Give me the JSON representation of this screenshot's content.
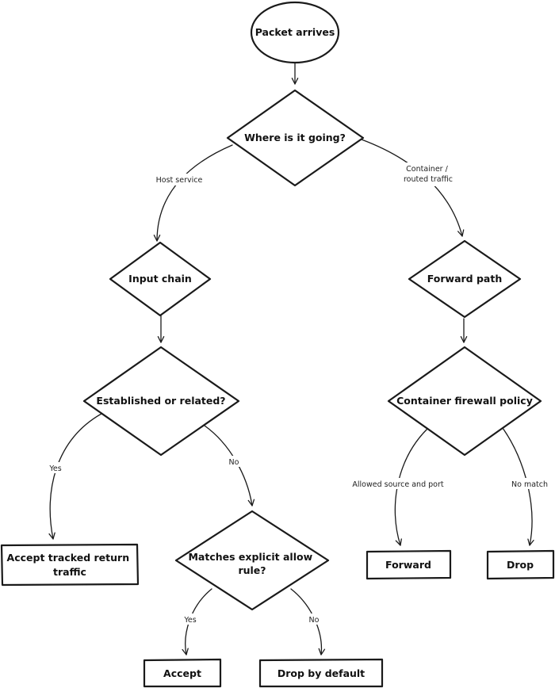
{
  "nodes": {
    "start": "Packet arrives",
    "destination": "Where is it going?",
    "input": "Input chain",
    "forward_path": "Forward path",
    "established": "Established or related?",
    "container_policy": "Container firewall policy",
    "accept_tracked": [
      "Accept tracked return",
      "traffic"
    ],
    "explicit_allow": [
      "Matches explicit allow",
      "rule?"
    ],
    "forward": "Forward",
    "drop": "Drop",
    "accept": "Accept",
    "drop_default": "Drop by default"
  },
  "edges": {
    "host_service": "Host service",
    "container_routed": [
      "Container /",
      "routed traffic"
    ],
    "yes_established": "Yes",
    "no_established": "No",
    "allowed": "Allowed source and port",
    "no_match": "No match",
    "yes_allow": "Yes",
    "no_allow": "No"
  },
  "colors": {
    "stroke": "#1a1a1a",
    "fill": "#ffffff",
    "text": "#111111"
  }
}
